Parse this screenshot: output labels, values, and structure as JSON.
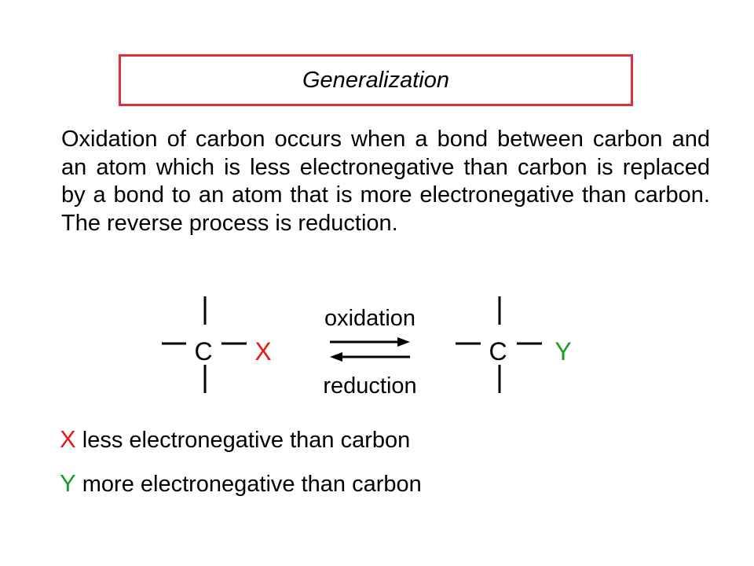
{
  "slide": {
    "title": "Generalization",
    "paragraph": "Oxidation of carbon occurs when a bond between carbon and an atom which is less electronegative than carbon is replaced by a bond to an atom that is more electronegative than carbon.  The reverse process is reduction."
  },
  "reaction": {
    "left": {
      "carbon": "C",
      "substituent": "X"
    },
    "right": {
      "carbon": "C",
      "substituent": "Y"
    },
    "forward_label": "oxidation",
    "reverse_label": "reduction"
  },
  "legend": [
    {
      "symbol": "X",
      "text": " less electronegative than carbon"
    },
    {
      "symbol": "Y",
      "text": " more electronegative than carbon"
    }
  ],
  "colors": {
    "title_border": "#e03040",
    "x_color": "#e81818",
    "y_color": "#1a9c2a",
    "text": "#000000"
  }
}
